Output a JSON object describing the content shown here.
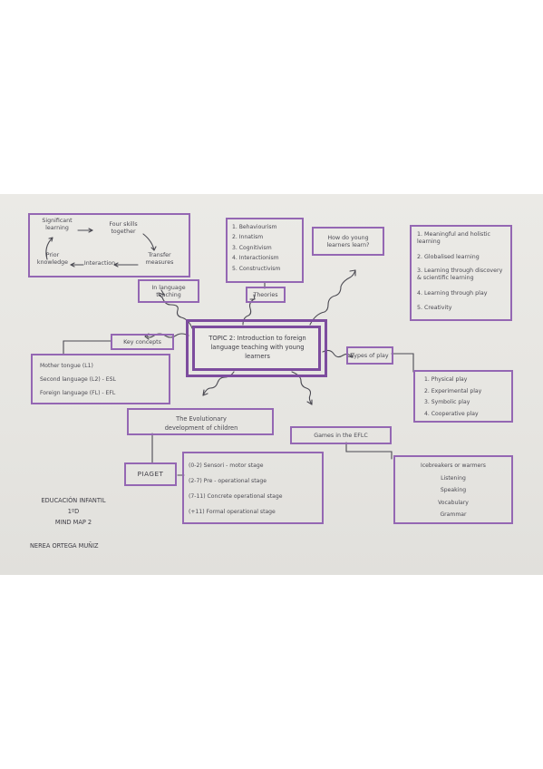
{
  "mind_map": {
    "central_topic": "TOPIC 2: Introduction to foreign language teaching with young learners",
    "in_language_teaching": {
      "label": "In language teaching",
      "flow": [
        "Significant learning",
        "Four skills together",
        "Transfer measures",
        "Interaction",
        "Prior knowledge"
      ]
    },
    "theories": {
      "label": "Theories",
      "items": [
        "1. Behaviourism",
        "2. Innatism",
        "3. Cognitivism",
        "4. Interactionism",
        "5. Constructivism"
      ]
    },
    "how_learn": {
      "question": "How do young learners learn?",
      "items": [
        "1. Meaningful and holistic learning",
        "2. Globalised learning",
        "3. Learning through discovery & scientific learning",
        "4. Learning through play",
        "5. Creativity"
      ]
    },
    "key_concepts": {
      "label": "Key concepts",
      "items": [
        "Mother tongue (L1)",
        "Second language (L2) - ESL",
        "Foreign language (FL) - EFL"
      ]
    },
    "types_of_play": {
      "label": "Types of play",
      "items": [
        "1. Physical play",
        "2. Experimental play",
        "3. Symbolic play",
        "4. Cooperative play"
      ]
    },
    "evolutionary": {
      "label": "The Evolutionary development of children",
      "author": "PIAGET",
      "stages": [
        "(0-2) Sensori - motor stage",
        "(2-7) Pre - operational stage",
        "(7-11) Concrete operational stage",
        "(+11) Formal operational stage"
      ]
    },
    "games": {
      "label": "Games in the EFLC",
      "items": [
        "Icebreakers or warmers",
        "Listening",
        "Speaking",
        "Vocabulary",
        "Grammar"
      ]
    },
    "footer": {
      "line1": "EDUCACIÓN INFANTIL",
      "line2": "1ºD",
      "line3": "MIND MAP 2",
      "author": "NEREA ORTEGA MUÑIZ"
    }
  },
  "colors": {
    "accent": "#9467b3",
    "accent_dark": "#7d4c9e",
    "ink": "#4b4a52",
    "paper": "#e8e7e3",
    "background": "#ffffff"
  }
}
